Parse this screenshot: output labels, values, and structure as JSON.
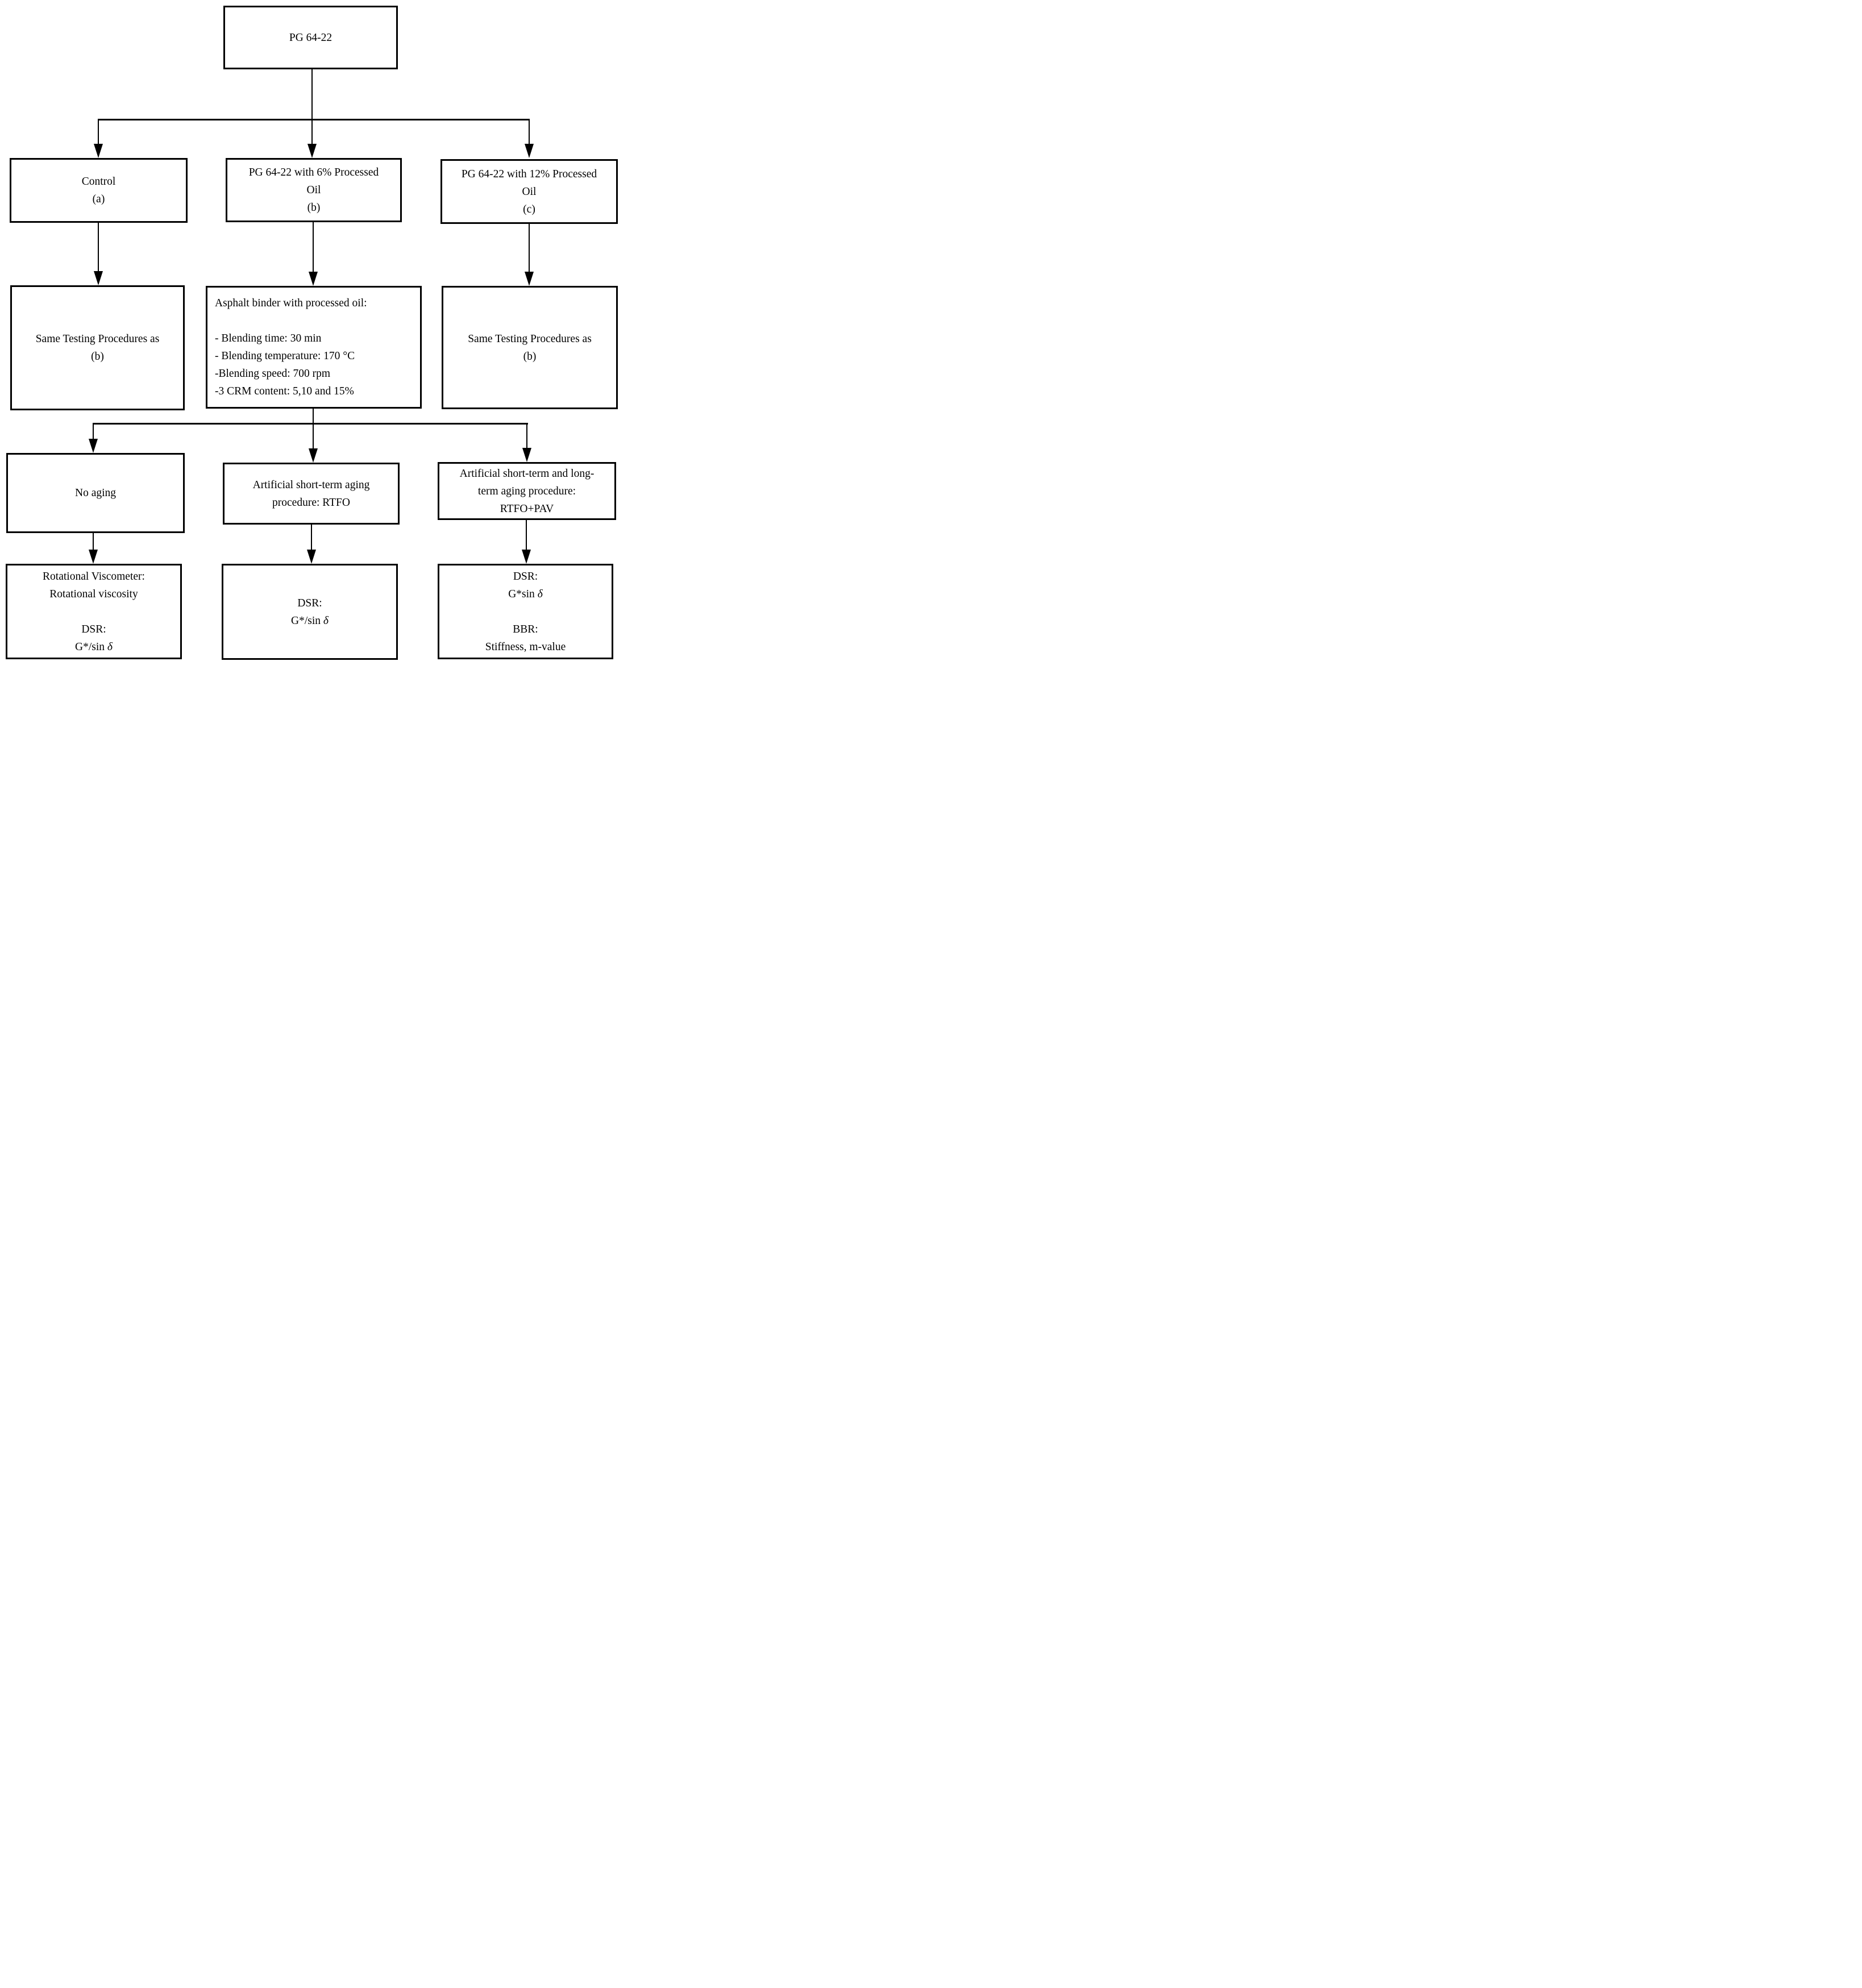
{
  "diagram": {
    "type": "flowchart",
    "colors": {
      "line": "#000000",
      "text": "#000000",
      "box_fill": "#ffffff",
      "background": "#ffffff"
    },
    "boxes": {
      "pg6422": {
        "lines": [
          "PG 64-22"
        ]
      },
      "control": {
        "lines": [
          "Control",
          "(a)"
        ]
      },
      "oil6": {
        "lines": [
          "PG 64-22 with 6% Processed",
          "Oil",
          "(b)"
        ]
      },
      "oil12": {
        "lines": [
          "PG 64-22 with 12% Processed",
          "Oil",
          "(c)"
        ]
      },
      "same_left": {
        "lines": [
          "Same Testing Procedures as",
          "(b)"
        ]
      },
      "blending": {
        "lines": [
          "Asphalt binder with processed oil:",
          "",
          "- Blending time: 30 min",
          "- Blending temperature: 170 °C",
          "-Blending speed: 700 rpm",
          "-3 CRM content: 5,10 and 15%"
        ]
      },
      "same_right": {
        "lines": [
          "Same Testing Procedures as",
          "(b)"
        ]
      },
      "no_aging": {
        "lines": [
          "No aging"
        ]
      },
      "rtfo": {
        "lines": [
          "Artificial short-term aging",
          "procedure: RTFO"
        ]
      },
      "rtfo_pav": {
        "lines": [
          "Artificial short-term and long-",
          "term aging procedure:",
          "RTFO+PAV"
        ]
      },
      "unaged_tests": {
        "lines": [
          "Rotational Viscometer:",
          "Rotational viscosity",
          "",
          "DSR:",
          "G*/sin δ"
        ]
      },
      "rtfo_tests": {
        "lines": [
          "DSR:",
          "G*/sin δ"
        ]
      },
      "pav_tests": {
        "lines": [
          "DSR:",
          "G*sin δ",
          "",
          "BBR:",
          "Stiffness, m-value"
        ]
      }
    }
  }
}
